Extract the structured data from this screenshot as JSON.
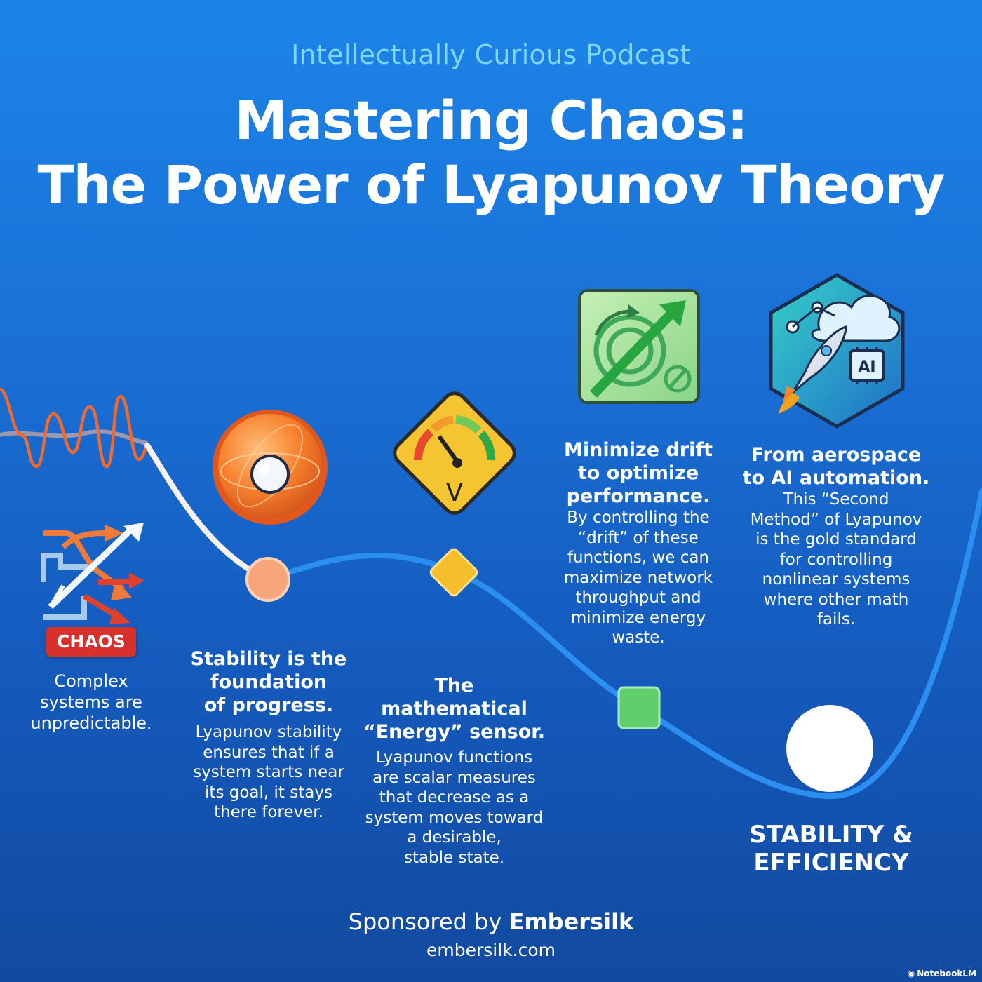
{
  "header": {
    "podcast": "Intellectually Curious Podcast",
    "title_line1": "Mastering Chaos:",
    "title_line2": "The Power of Lyapunov Theory"
  },
  "stages": {
    "chaos": {
      "badge": "CHAOS",
      "body": [
        "Complex",
        "systems are",
        "unpredictable."
      ]
    },
    "stability": {
      "heading": [
        "Stability is the",
        "foundation",
        "of progress."
      ],
      "body": [
        "Lyapunov stability",
        "ensures that if a",
        "system starts near",
        "its goal, it stays",
        "there forever."
      ]
    },
    "energy": {
      "heading": [
        "The",
        "mathematical",
        "“Energy” sensor."
      ],
      "body": [
        "Lyapunov functions",
        "are scalar measures",
        "that decrease as a",
        "system moves toward",
        "a desirable,",
        "stable state."
      ]
    },
    "drift": {
      "heading": [
        "Minimize drift",
        "to optimize",
        "performance."
      ],
      "body": [
        "By controlling the",
        "“drift” of these",
        "functions, we can",
        "maximize network",
        "throughput and",
        "minimize energy",
        "waste."
      ]
    },
    "aerospace": {
      "heading": [
        "From aerospace",
        "to AI automation."
      ],
      "body": [
        "This “Second",
        "Method” of Lyapunov",
        "is the gold standard",
        "for controlling",
        "nonlinear systems",
        "where other math",
        "fails."
      ]
    },
    "final": {
      "label_line1": "STABILITY &",
      "label_line2": "EFFICIENCY"
    }
  },
  "icons": {
    "meter_letter": "V",
    "ai_chip_label": "AI"
  },
  "footer": {
    "sponsor_prefix": "Sponsored by ",
    "sponsor_name": "Embersilk",
    "website": "embersilk.com",
    "watermark": "NotebookLM"
  },
  "colors": {
    "background_top": "#1c84e8",
    "background_bottom": "#124a9f",
    "podcast_text": "#7fd6f5",
    "chaos_red": "#d8302a",
    "curve_blue": "#2a8ff0",
    "chaos_wave": "#f06a2e"
  }
}
